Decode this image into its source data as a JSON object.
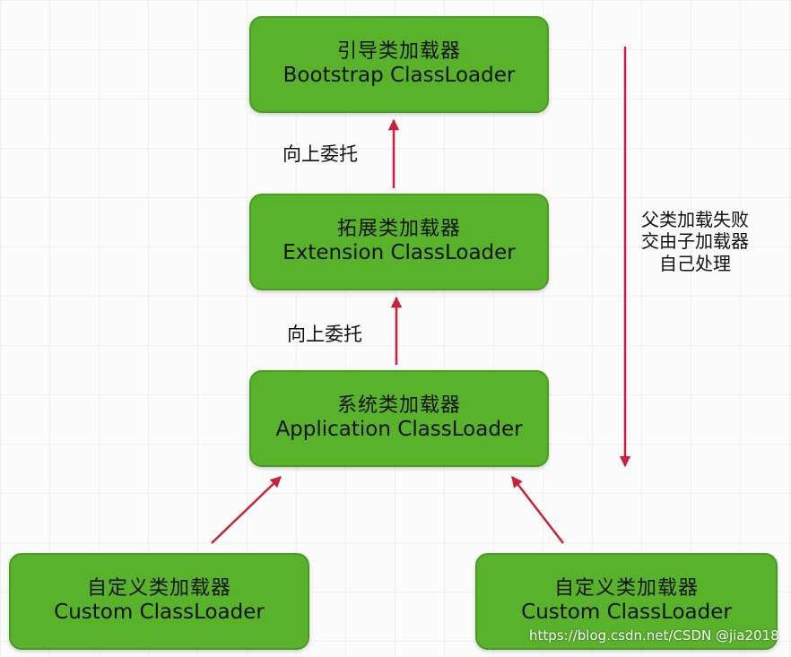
{
  "nodes": {
    "bootstrap": {
      "cn": "引导类加载器",
      "en": "Bootstrap ClassLoader"
    },
    "extension": {
      "cn": "拓展类加载器",
      "en": "Extension ClassLoader"
    },
    "application": {
      "cn": "系统类加载器",
      "en": "Application ClassLoader"
    },
    "custom_left": {
      "cn": "自定义类加载器",
      "en": "Custom ClassLoader"
    },
    "custom_right": {
      "cn": "自定义类加载器",
      "en": "Custom ClassLoader"
    }
  },
  "edges": {
    "delegate_up_1": "向上委托",
    "delegate_up_2": "向上委托"
  },
  "side_note": {
    "line1": "父类加载失败",
    "line2": "交由子加载器",
    "line3": "自己处理"
  },
  "watermark": "https://blog.csdn.net/CSDN @jia2018",
  "colors": {
    "node_fill": "#58b22a",
    "node_border": "#4a9b22",
    "arrow": "#c8213a"
  }
}
